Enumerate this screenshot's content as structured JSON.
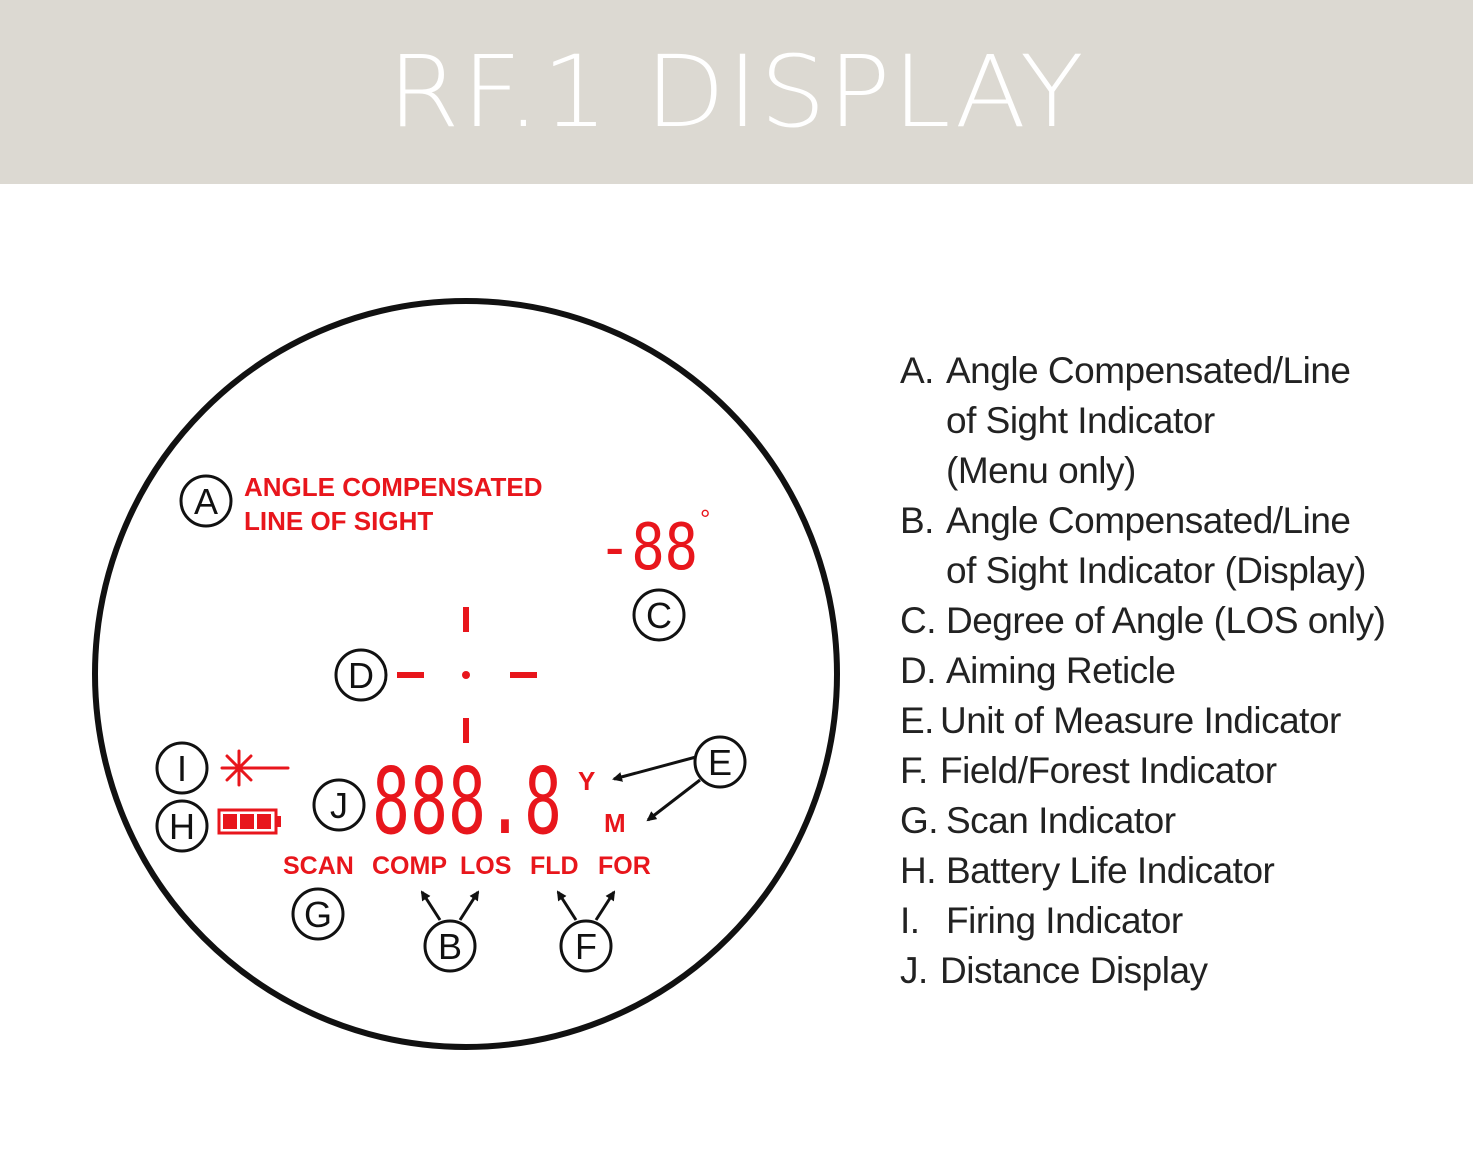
{
  "header": {
    "title": "RF.1 DISPLAY"
  },
  "colors": {
    "header_bg": "#dcd9d2",
    "display_red": "#e8161c",
    "ink": "#111111"
  },
  "display": {
    "angle_label_line1": "ANGLE COMPENSATED",
    "angle_label_line2": "LINE OF SIGHT",
    "angle_value": "-88",
    "degree_symbol": "°",
    "distance_value": "888.8",
    "unit_yards": "Y",
    "unit_meters": "M",
    "mode_scan": "SCAN",
    "mode_comp": "COMP",
    "mode_los": "LOS",
    "mode_fld": "FLD",
    "mode_for": "FOR"
  },
  "callouts": [
    "A",
    "B",
    "C",
    "D",
    "E",
    "F",
    "G",
    "H",
    "I",
    "J"
  ],
  "legend": [
    {
      "letter": "A.",
      "lines": [
        "Angle Compensated/Line",
        "of Sight Indicator",
        "(Menu only)"
      ]
    },
    {
      "letter": "B.",
      "lines": [
        "Angle Compensated/Line",
        "of Sight Indicator (Display)"
      ]
    },
    {
      "letter": "C.",
      "lines": [
        "Degree of Angle (LOS only)"
      ]
    },
    {
      "letter": "D.",
      "lines": [
        "Aiming Reticle"
      ]
    },
    {
      "letter": "E.",
      "lines": [
        "Unit of Measure Indicator"
      ]
    },
    {
      "letter": "F.",
      "lines": [
        "Field/Forest Indicator"
      ]
    },
    {
      "letter": "G.",
      "lines": [
        "Scan Indicator"
      ]
    },
    {
      "letter": "H.",
      "lines": [
        "Battery Life Indicator"
      ]
    },
    {
      "letter": "I.",
      "lines": [
        "Firing Indicator"
      ]
    },
    {
      "letter": "J.",
      "lines": [
        "Distance Display"
      ]
    }
  ]
}
